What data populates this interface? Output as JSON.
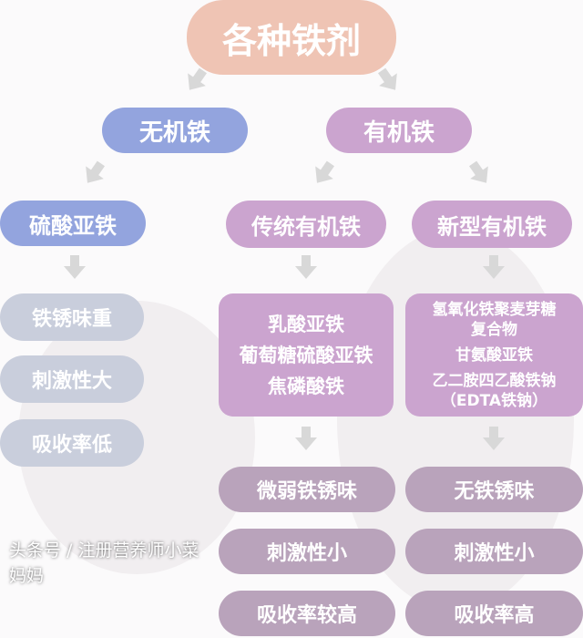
{
  "root": "各种铁剂",
  "inorganic": {
    "label": "无机铁",
    "child": "硫酸亚铁",
    "traits": [
      "铁锈味重",
      "刺激性大",
      "吸收率低"
    ]
  },
  "organic": {
    "label": "有机铁",
    "traditional": {
      "label": "传统有机铁",
      "examples": [
        "乳酸亚铁",
        "葡萄糖硫酸亚铁",
        "焦磷酸铁"
      ],
      "traits": [
        "微弱铁锈味",
        "刺激性小",
        "吸收率较高"
      ]
    },
    "novel": {
      "label": "新型有机铁",
      "examples": [
        "氢氧化铁聚麦芽糖",
        "复合物",
        "甘氨酸亚铁",
        "乙二胺四乙酸铁钠",
        "（EDTA铁钠）"
      ],
      "traits": [
        "无铁锈味",
        "刺激性小",
        "吸收率高"
      ]
    }
  },
  "watermark": "头条号 / 注册营养师小菜妈妈",
  "colors": {
    "root": "#efc4b4",
    "inorganic": "#93a4de",
    "organic": "#cba4cf",
    "inorganic_traits": "#c9cedc",
    "organic_traits": "#b9a3bb"
  }
}
